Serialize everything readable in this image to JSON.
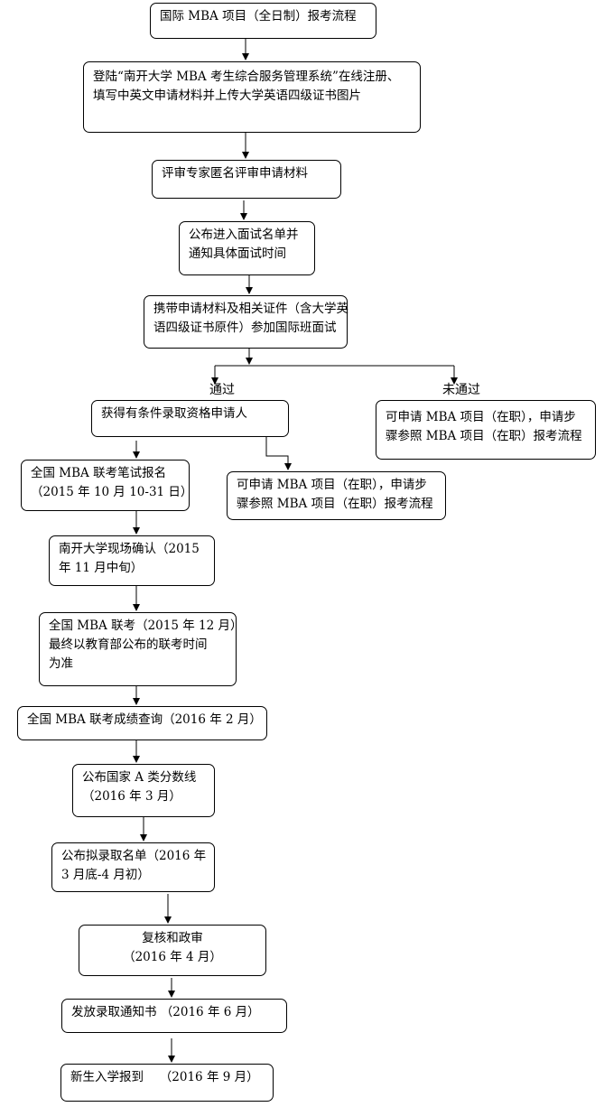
{
  "nodes": [
    {
      "id": "n1",
      "lines": [
        "国际 MBA 项目（全日制）报考流程"
      ]
    },
    {
      "id": "n2",
      "lines": [
        "登陆“南开大学 MBA 考生综合服务管理系统”在线注册、",
        "填写中英文申请材料并上传大学英语四级证书图片"
      ]
    },
    {
      "id": "n3",
      "lines": [
        "评审专家匿名评审申请材料"
      ]
    },
    {
      "id": "n4",
      "lines": [
        "公布进入面试名单并",
        "通知具体面试时间"
      ]
    },
    {
      "id": "n5",
      "lines": [
        "携带申请材料及相关证件（含大学英",
        "语四级证书原件）参加国际班面试"
      ]
    },
    {
      "id": "n6",
      "lines": [
        "获得有条件录取资格申请人"
      ]
    },
    {
      "id": "n7",
      "lines": [
        "可申请 MBA 项目（在职），申请步",
        "骤参照 MBA 项目（在职）报考流程"
      ]
    },
    {
      "id": "n8",
      "lines": [
        "可申请 MBA 项目（在职），申请步",
        "骤参照 MBA 项目（在职）报考流程"
      ]
    },
    {
      "id": "n9",
      "lines": [
        "全国 MBA 联考笔试报名",
        "（2015 年 10 月 10-31 日）"
      ]
    },
    {
      "id": "n10",
      "lines": [
        "南开大学现场确认（2015",
        "年 11 月中旬）"
      ]
    },
    {
      "id": "n11",
      "lines": [
        "全国 MBA 联考（2015 年 12 月）",
        "最终以教育部公布的联考时间",
        "为准"
      ]
    },
    {
      "id": "n12",
      "lines": [
        "全国 MBA 联考成绩查询（2016 年 2 月）"
      ]
    },
    {
      "id": "n13",
      "lines": [
        "公布国家 A 类分数线",
        "（2016 年 3 月）"
      ]
    },
    {
      "id": "n14",
      "lines": [
        "公布拟录取名单（2016 年",
        "3 月底-4 月初）"
      ]
    },
    {
      "id": "n15",
      "lines": [
        "复核和政审",
        "（2016 年 4 月）"
      ]
    },
    {
      "id": "n16",
      "lines": [
        "发放录取通知书 （2016 年 6 月）"
      ]
    },
    {
      "id": "n17",
      "lines": [
        "新生入学报到　 （2016 年 9 月）"
      ]
    }
  ],
  "branch_labels": {
    "pass": "通过",
    "fail": "未通过"
  }
}
